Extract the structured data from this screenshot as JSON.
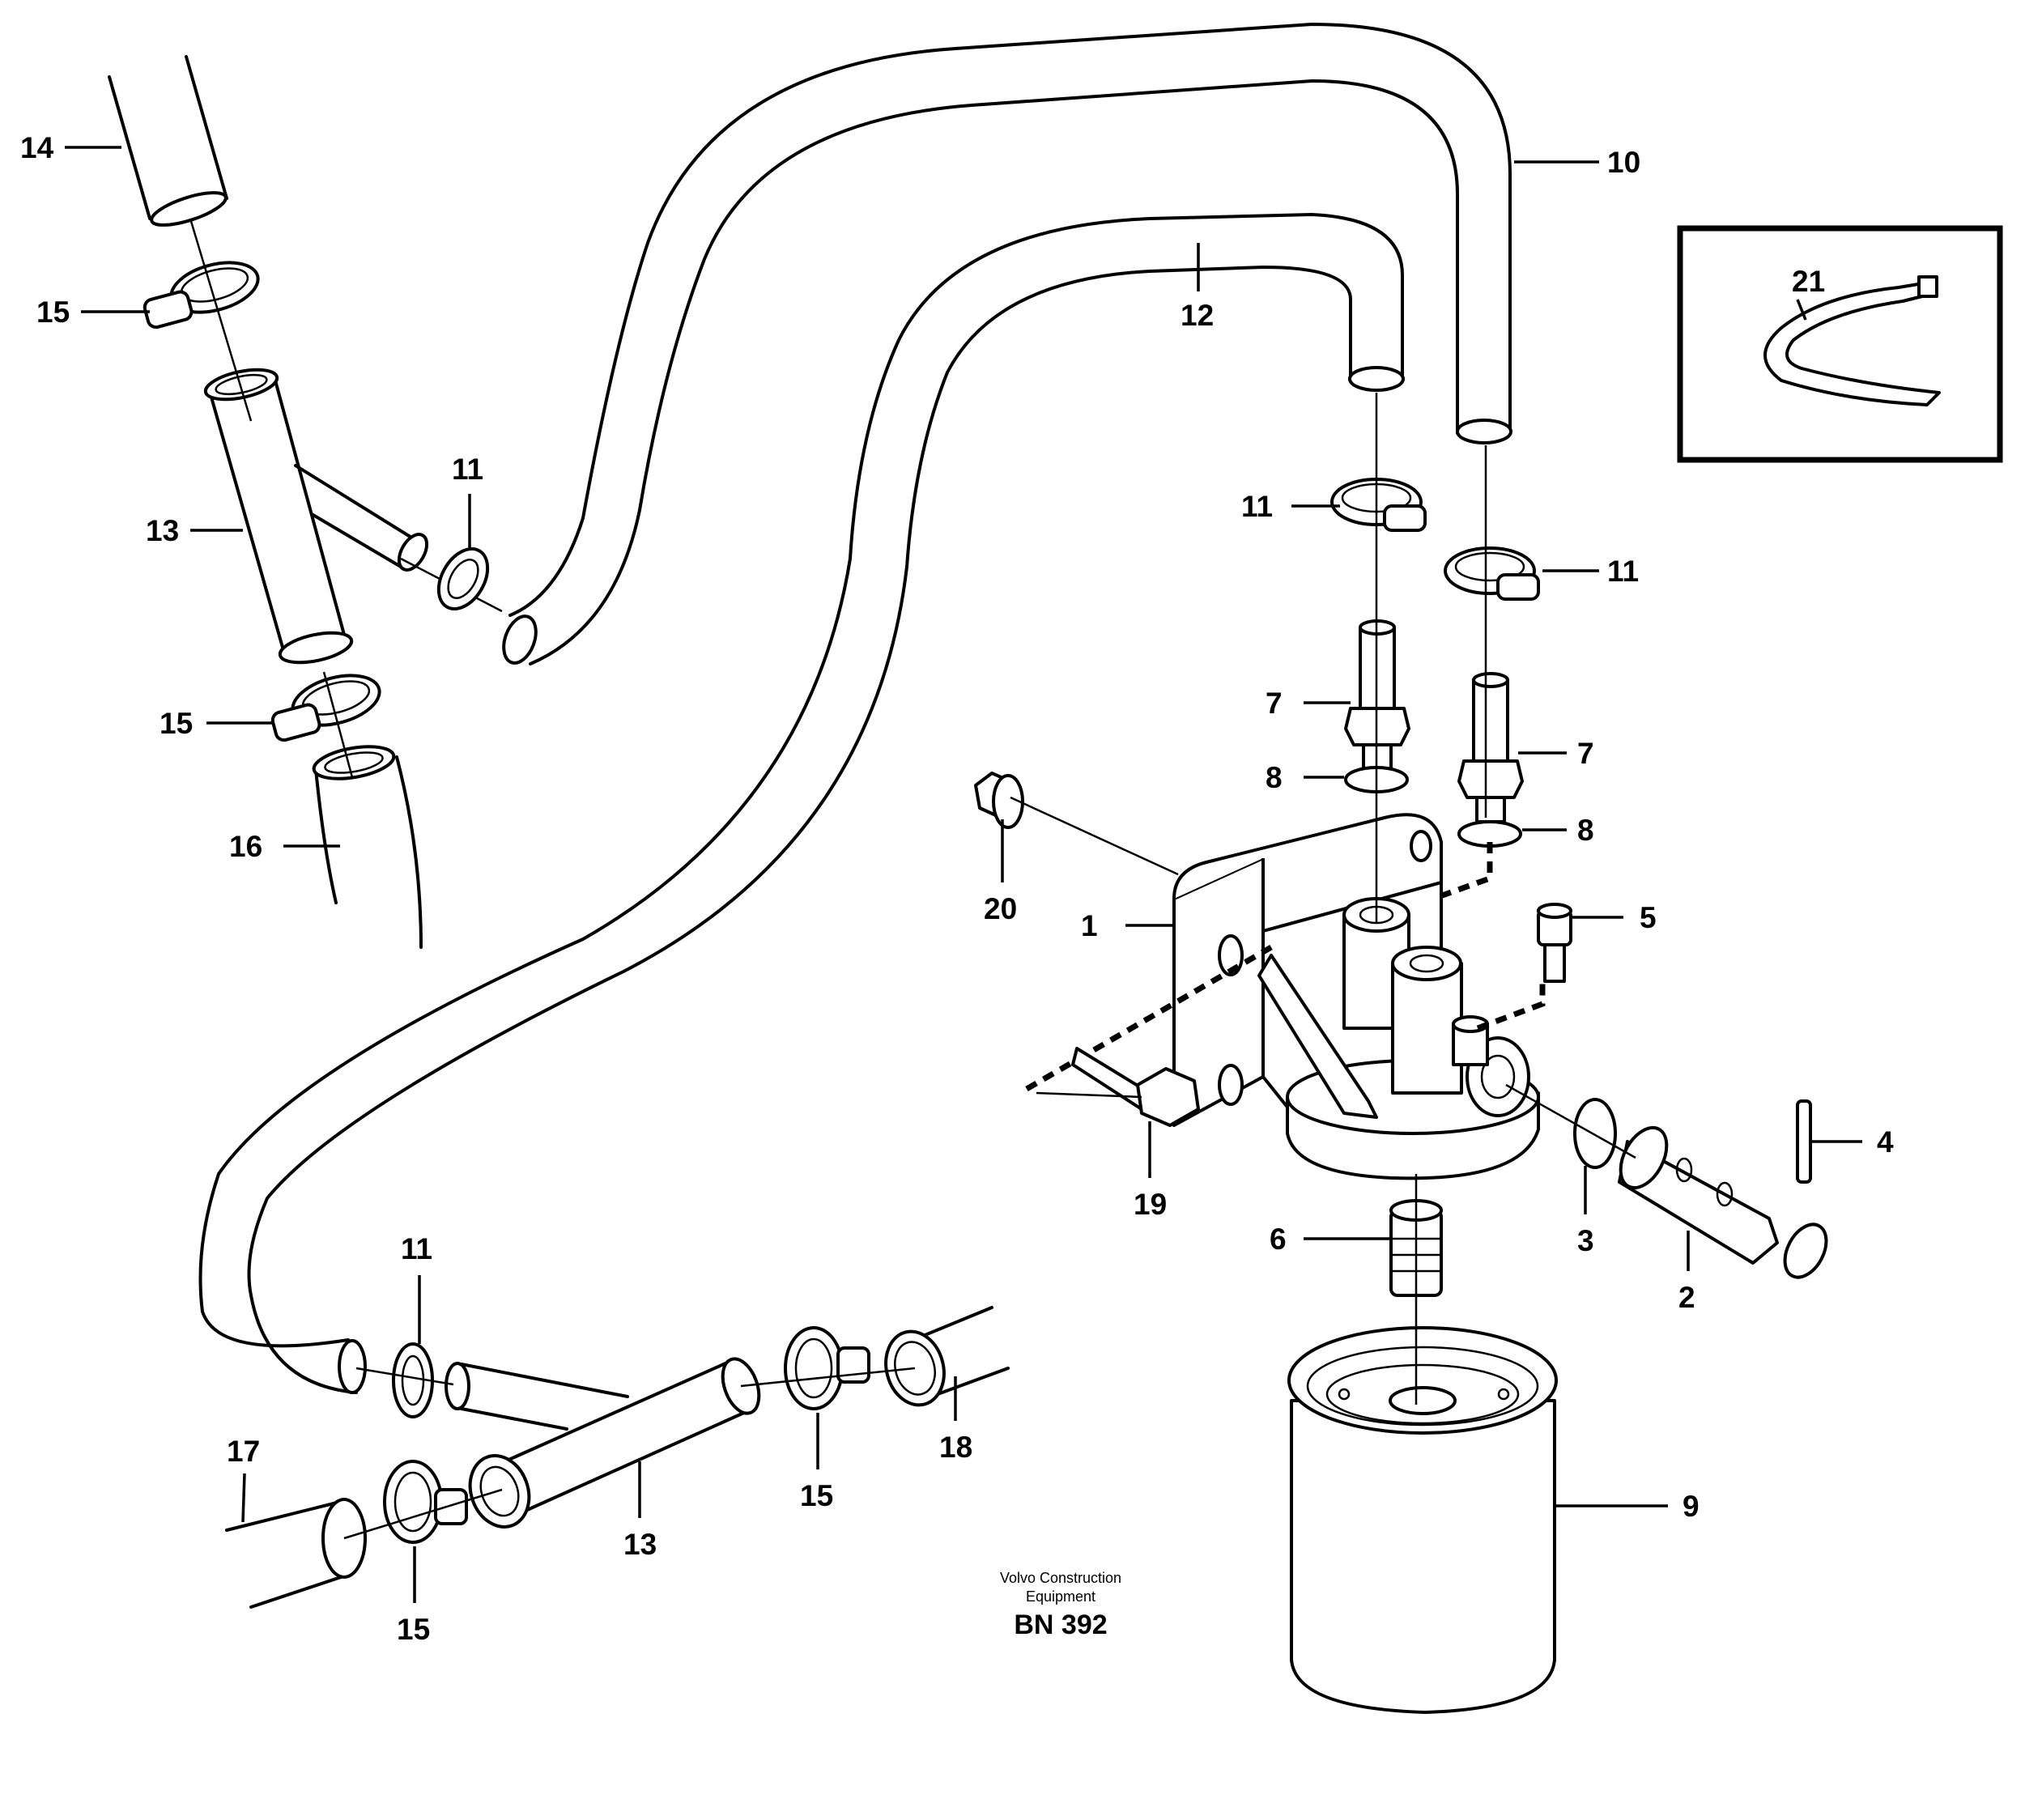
{
  "callouts": [
    {
      "id": "c14",
      "text": "14"
    },
    {
      "id": "c15a",
      "text": "15"
    },
    {
      "id": "c13a",
      "text": "13"
    },
    {
      "id": "c11a",
      "text": "11"
    },
    {
      "id": "c15b",
      "text": "15"
    },
    {
      "id": "c16",
      "text": "16"
    },
    {
      "id": "c10",
      "text": "10"
    },
    {
      "id": "c12",
      "text": "12"
    },
    {
      "id": "c21",
      "text": "21"
    },
    {
      "id": "c11b",
      "text": "11"
    },
    {
      "id": "c11c",
      "text": "11"
    },
    {
      "id": "c7a",
      "text": "7"
    },
    {
      "id": "c7b",
      "text": "7"
    },
    {
      "id": "c8a",
      "text": "8"
    },
    {
      "id": "c8b",
      "text": "8"
    },
    {
      "id": "c20",
      "text": "20"
    },
    {
      "id": "c1",
      "text": "1"
    },
    {
      "id": "c5",
      "text": "5"
    },
    {
      "id": "c4",
      "text": "4"
    },
    {
      "id": "c19",
      "text": "19"
    },
    {
      "id": "c3",
      "text": "3"
    },
    {
      "id": "c6",
      "text": "6"
    },
    {
      "id": "c2",
      "text": "2"
    },
    {
      "id": "c11d",
      "text": "11"
    },
    {
      "id": "c17",
      "text": "17"
    },
    {
      "id": "c18",
      "text": "18"
    },
    {
      "id": "c15c",
      "text": "15"
    },
    {
      "id": "c13b",
      "text": "13"
    },
    {
      "id": "c15d",
      "text": "15"
    },
    {
      "id": "c9",
      "text": "9"
    }
  ],
  "credit": {
    "line1": "Volvo Construction",
    "line2": "Equipment",
    "doc_number": "BN 392"
  }
}
